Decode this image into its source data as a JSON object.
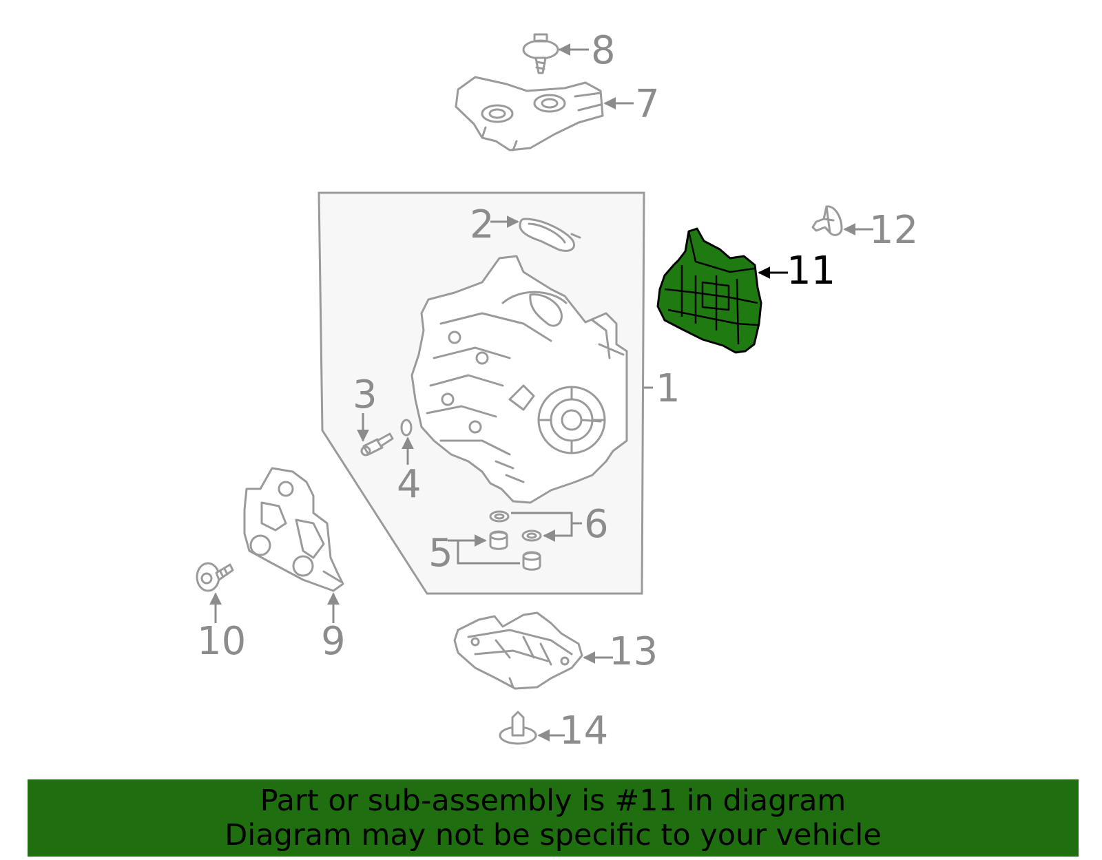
{
  "diagram": {
    "highlighted_part": "11",
    "highlight_color": "#1f7a12",
    "banner_color": "#1f6e10",
    "callouts": [
      {
        "id": "1",
        "label": "1"
      },
      {
        "id": "2",
        "label": "2"
      },
      {
        "id": "3",
        "label": "3"
      },
      {
        "id": "4",
        "label": "4"
      },
      {
        "id": "5",
        "label": "5"
      },
      {
        "id": "6",
        "label": "6"
      },
      {
        "id": "7",
        "label": "7"
      },
      {
        "id": "8",
        "label": "8"
      },
      {
        "id": "9",
        "label": "9"
      },
      {
        "id": "10",
        "label": "10"
      },
      {
        "id": "11",
        "label": "11"
      },
      {
        "id": "12",
        "label": "12"
      },
      {
        "id": "13",
        "label": "13"
      },
      {
        "id": "14",
        "label": "14"
      }
    ]
  },
  "banner": {
    "line1": "Part or sub-assembly is #11 in diagram",
    "line2": "Diagram may not be specific to your vehicle"
  }
}
